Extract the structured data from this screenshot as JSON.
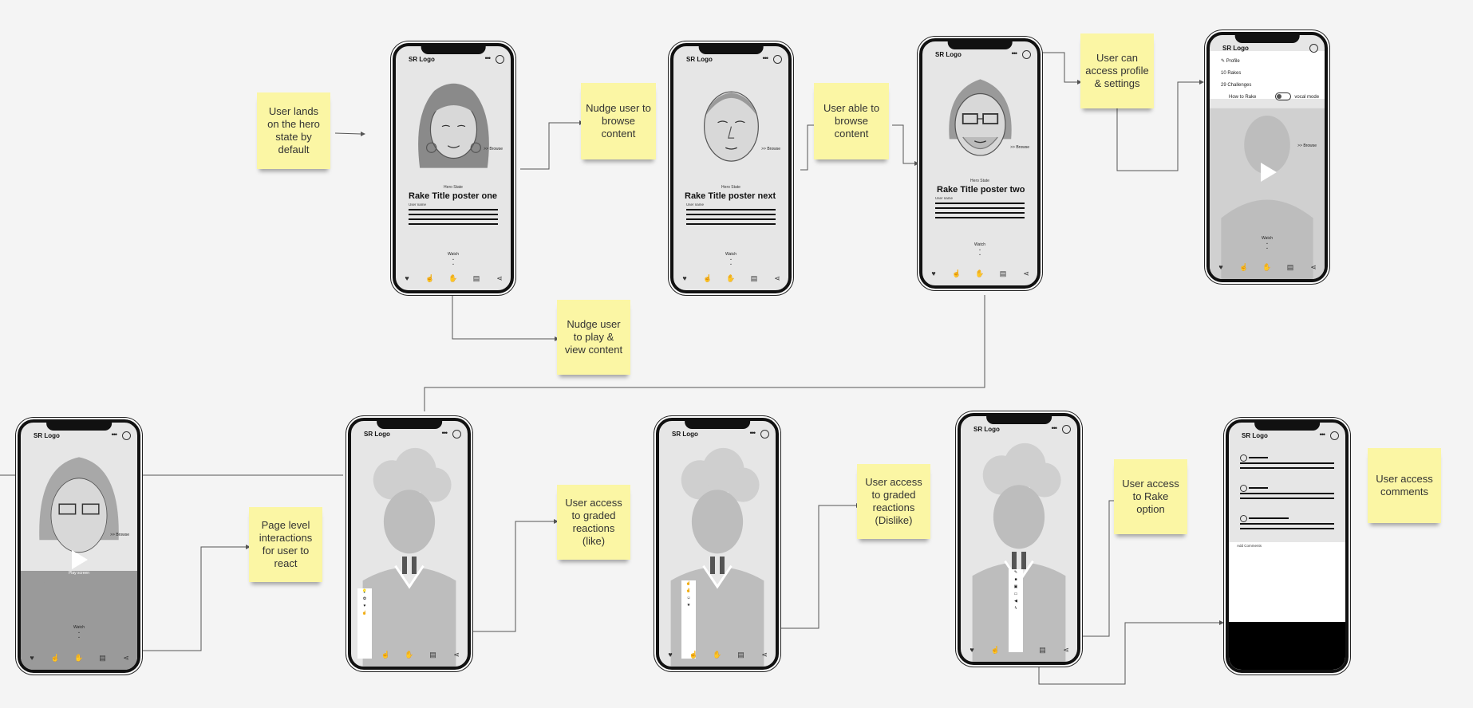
{
  "notes": {
    "n1": "User lands on the hero state by default",
    "n2": "Nudge user to browse content",
    "n3": "User able to browse content",
    "n4": "User can access profile & settings",
    "n5": "Nudge user to play & view  content",
    "n6": "Page level interactions for user to react",
    "n7": "User access to graded reactions (like)",
    "n8": "User access to graded reactions (Dislike)",
    "n9": "User access to Rake option",
    "n10": "User access comments"
  },
  "phone_common": {
    "logo": "SR Logo",
    "dots": "•••",
    "hero_label": "Hero State",
    "user_name": "User name",
    "browse": ">> Browse",
    "watch": "Watch",
    "play_label": "Play screen",
    "add_comments": "Add Comments"
  },
  "phones": {
    "p1": {
      "title": "Rake Title poster one"
    },
    "p2": {
      "title": "Rake Title poster next"
    },
    "p3": {
      "title": "Rake Title poster two"
    }
  },
  "profile_menu": {
    "profile": "Profile",
    "rakes": "10 Rakes",
    "challenges": "29 Challenges",
    "how_to_rake": "How to Rake",
    "vocal_mode": "vocal mode"
  },
  "tab_icons": [
    "heart-icon",
    "like-hand-icon",
    "dislike-hand-icon",
    "comment-icon",
    "share-icon"
  ],
  "colors": {
    "note": "#fbf6a4",
    "phone_border": "#111111",
    "screen": "#e6e6e6"
  }
}
